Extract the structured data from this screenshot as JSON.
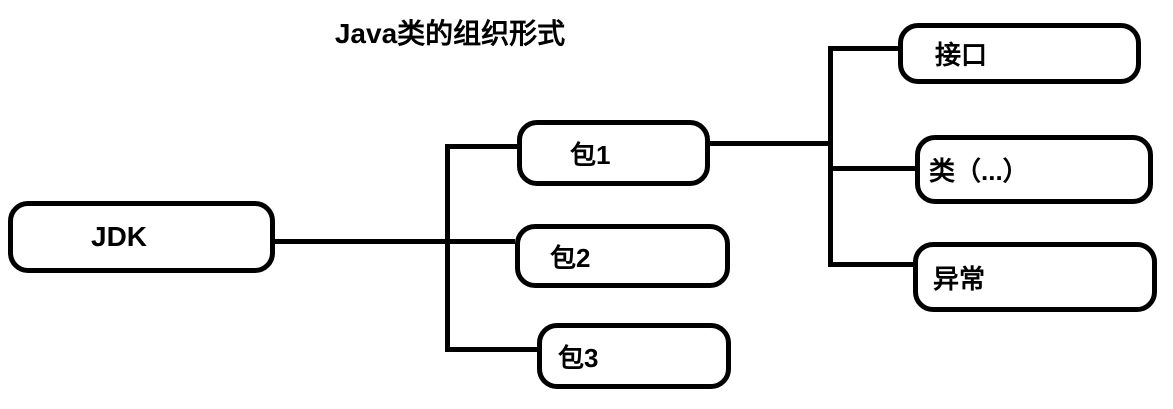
{
  "title": "Java类的组织形式",
  "colors": {
    "stroke": "#000000",
    "background": "#ffffff",
    "text": "#000000"
  },
  "diagram": {
    "type": "tree",
    "root": {
      "id": "jdk",
      "label": "JDK"
    },
    "packages": [
      {
        "id": "pkg1",
        "label": "包1",
        "parent": "jdk"
      },
      {
        "id": "pkg2",
        "label": "包2",
        "parent": "jdk"
      },
      {
        "id": "pkg3",
        "label": "包3",
        "parent": "jdk"
      }
    ],
    "members": [
      {
        "id": "interface",
        "label": "接口",
        "parent": "pkg1"
      },
      {
        "id": "class",
        "label": "类（...）",
        "parent": "pkg1"
      },
      {
        "id": "exception",
        "label": "异常",
        "parent": "pkg1"
      }
    ]
  }
}
